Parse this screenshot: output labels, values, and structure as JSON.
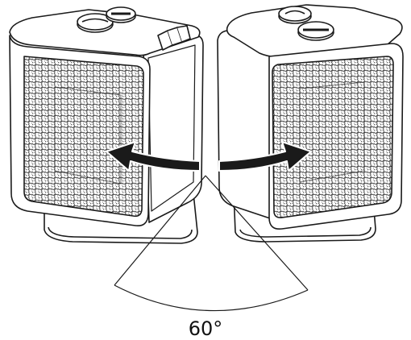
{
  "diagram": {
    "angle_label": "60°",
    "colors": {
      "line": "#1a1a1a",
      "background": "#ffffff",
      "grille_fill": "#f4f4f4"
    },
    "icons": [
      "heater-unit-left",
      "heater-unit-right",
      "rotation-arrow-left",
      "rotation-arrow-right",
      "angle-arc"
    ]
  }
}
